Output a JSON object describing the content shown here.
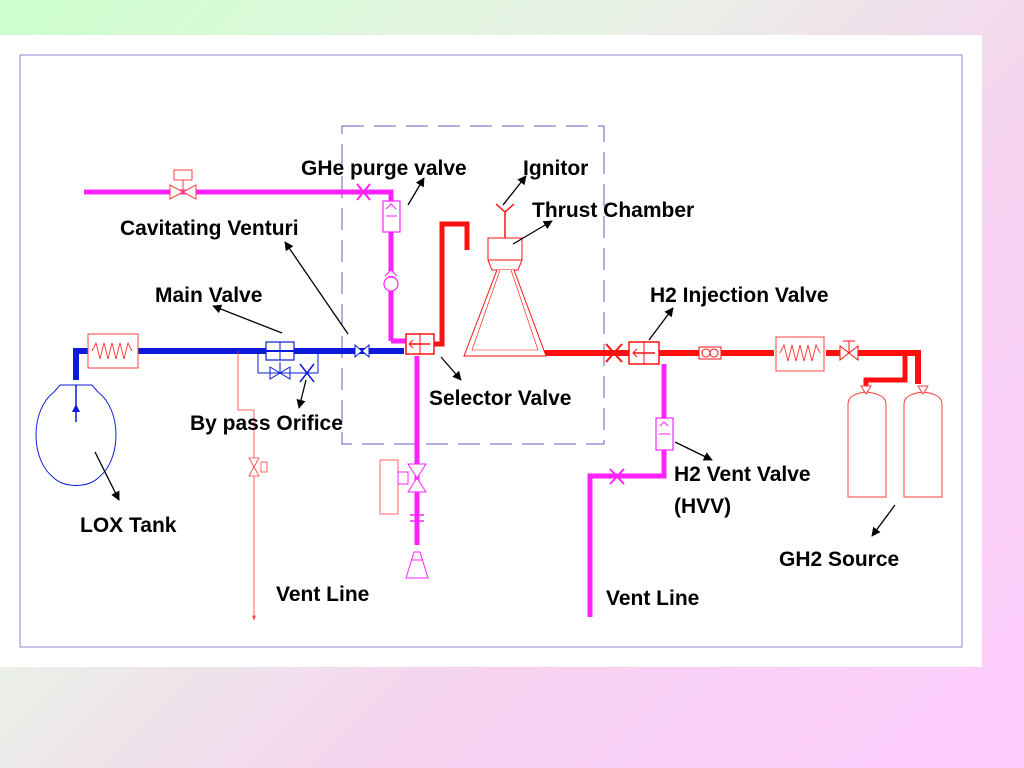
{
  "colors": {
    "lox_line": "#0b1bd8",
    "h2_line": "#ff1010",
    "purge_line": "#ff22ff",
    "vent_line_thin": "#ff4040",
    "panel_bg": "#ffffff",
    "frame": "#8a8ad8"
  },
  "labels": {
    "ghe_purge_valve": "GHe purge valve",
    "ignitor": "Ignitor",
    "thrust_chamber": "Thrust Chamber",
    "cavitating_venturi": "Cavitating Venturi",
    "main_valve": "Main Valve",
    "h2_injection_valve": "H2 Injection Valve",
    "selector_valve": "Selector Valve",
    "by_pass_orifice": "By pass Orifice",
    "h2_vent_valve_line1": "H2 Vent Valve",
    "h2_vent_valve_line2": "(HVV)",
    "lox_tank": "LOX Tank",
    "gh2_source": "GH2 Source",
    "vent_line_left": "Vent Line",
    "vent_line_right": "Vent Line"
  }
}
